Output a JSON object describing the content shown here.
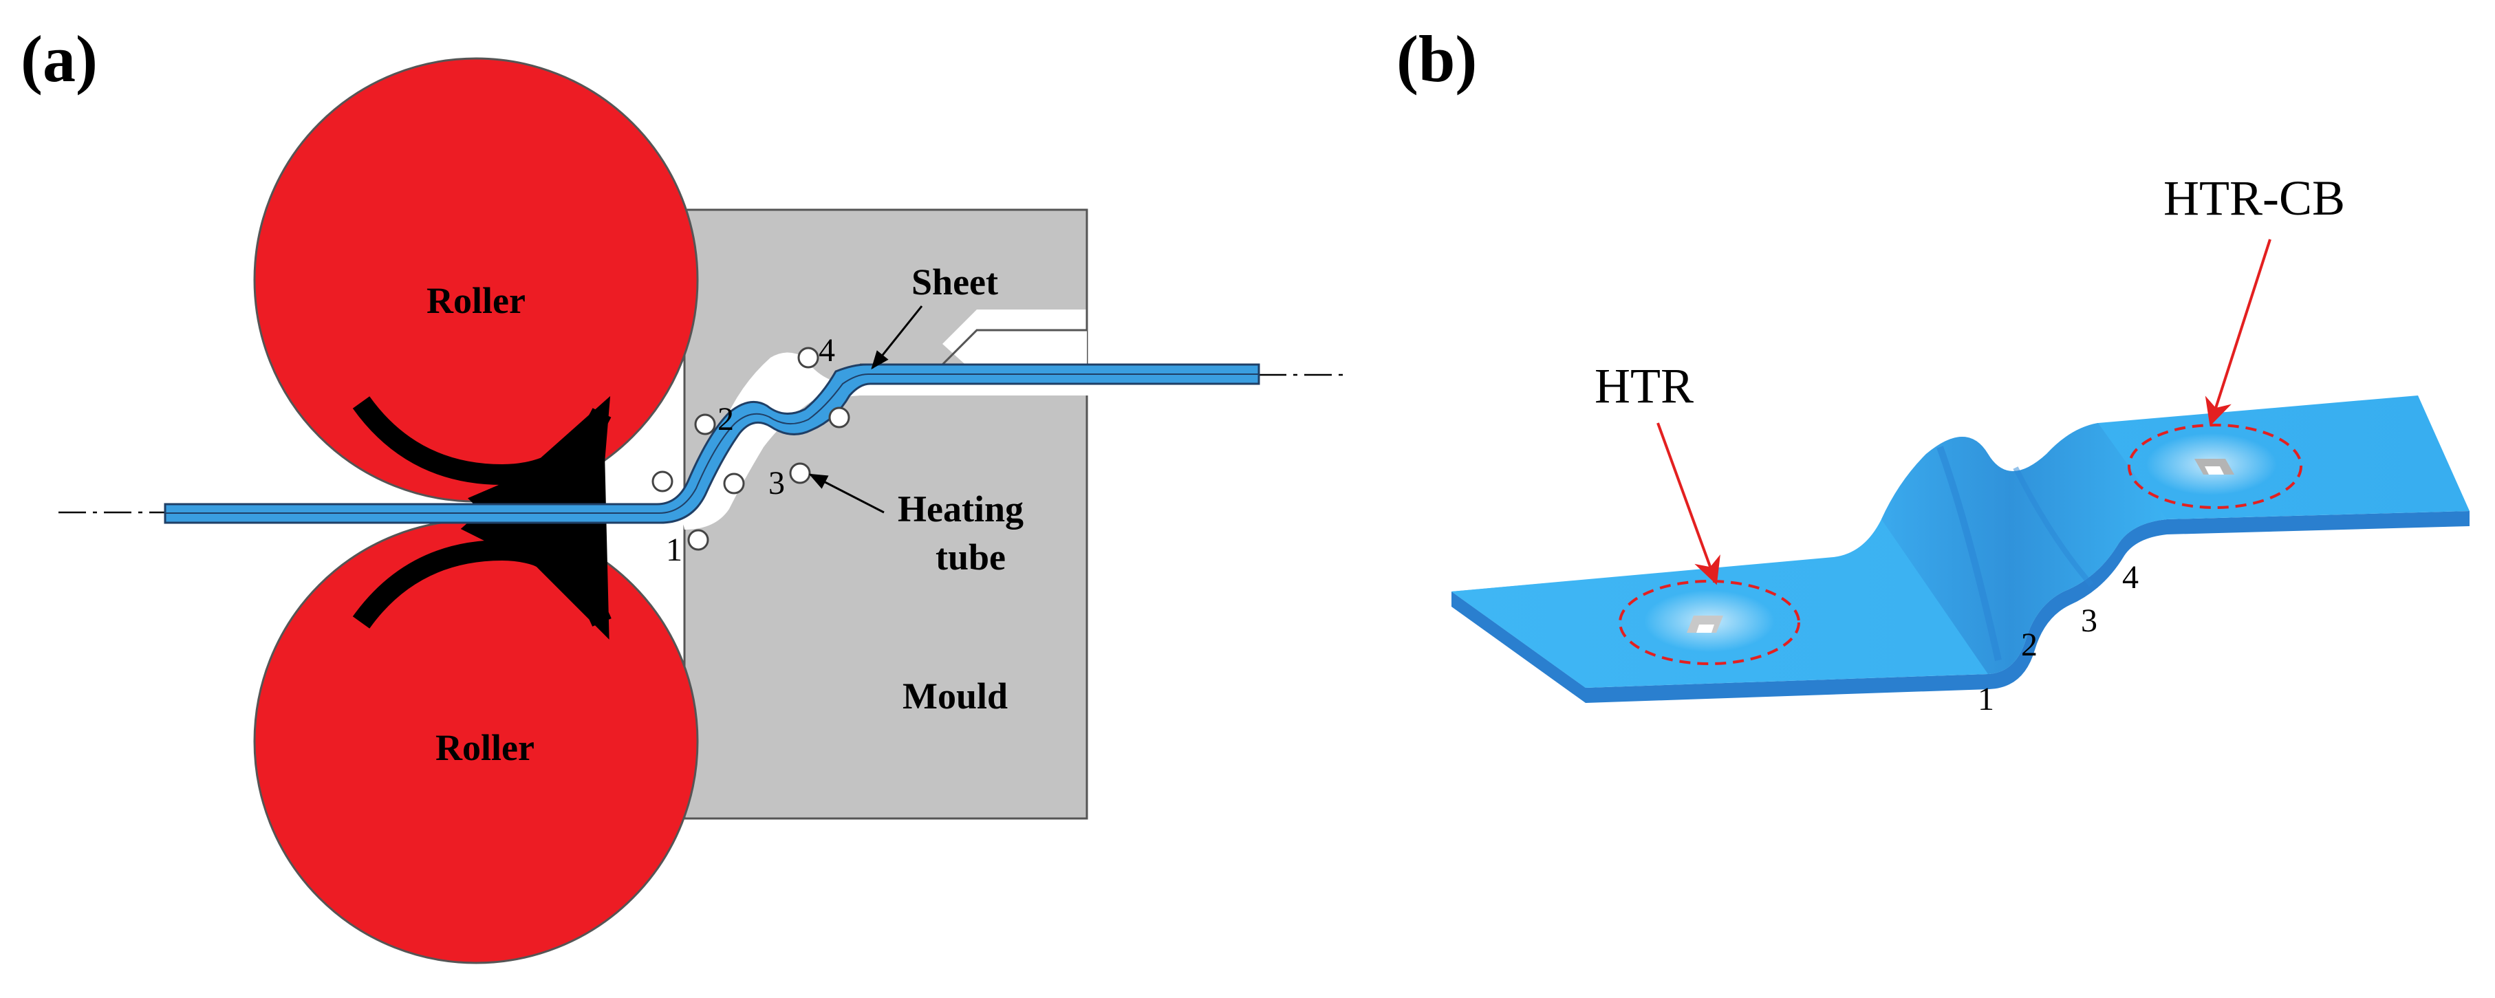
{
  "figure": {
    "panel_a": {
      "label": "(a)",
      "roller_top_label": "Roller",
      "roller_bottom_label": "Roller",
      "sheet_label": "Sheet",
      "heating_tube_line1": "Heating",
      "heating_tube_line2": "tube",
      "mould_label": "Mould",
      "tube_numbers": [
        "1",
        "2",
        "3",
        "4"
      ]
    },
    "panel_b": {
      "label": "(b)",
      "htr_label": "HTR",
      "htr_cb_label": "HTR-CB",
      "position_numbers": [
        "1",
        "2",
        "3",
        "4"
      ]
    }
  },
  "colors": {
    "roller": "#ed1c24",
    "mould": "#c3c3c3",
    "sheet_blue": "#3a9ee0",
    "plate_top": "#3cb4f2",
    "plate_edge": "#2a7fcf",
    "annotation_red": "#e32020"
  }
}
